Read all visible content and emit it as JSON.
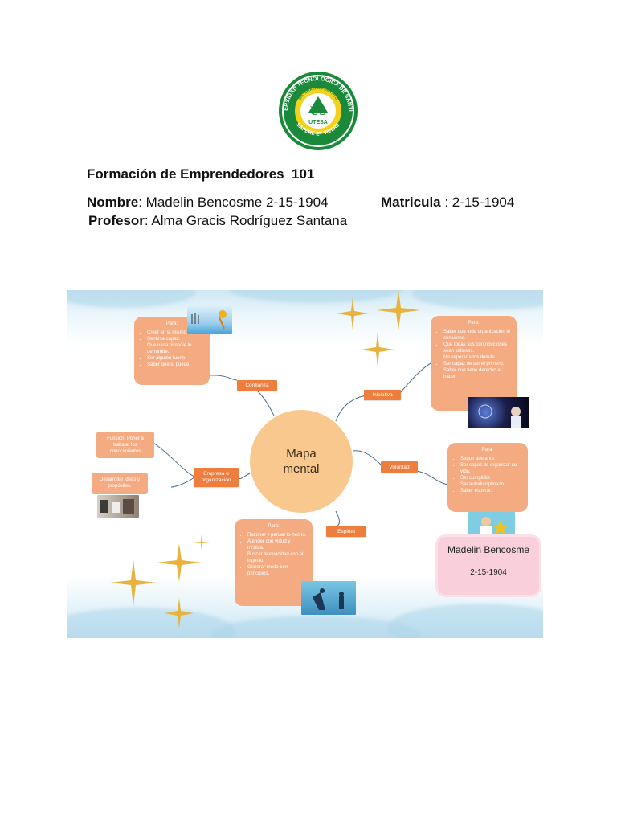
{
  "logo": {
    "arc_top": "UNIVERSIDAD TECNOLÓGICA DE SANTIAGO",
    "arc_inner": "SISTEMA CORPORATIVO",
    "monogram": "US",
    "name": "UTESA",
    "motto": "SAPERE ET VIVERE"
  },
  "header": {
    "course": "Formación de Emprendedores  101",
    "nombre_label": "Nombre",
    "nombre_value": ": Madelin Bencosme 2-15-1904",
    "matricula_label": "Matricula",
    "matricula_value": " : 2-15-1904",
    "profesor_label": "Profesor",
    "profesor_value": ": Alma Gracis Rodríguez Santana"
  },
  "map": {
    "center": [
      "Mapa",
      "mental"
    ],
    "tags": {
      "confianza": "Confianza",
      "iniciativa": "Iniciativa",
      "voluntad": "Voluntad",
      "empresa": "Empresa u organización",
      "espiritu": "Espiritu"
    },
    "confianza_box": {
      "heading": "Para:",
      "items": [
        "Creer en sí mismo.",
        "Sentirse capaz.",
        "Que nada ni nadie lo derrumbe.",
        "Ser alguien fuerte.",
        "Saber que sí puede."
      ]
    },
    "iniciativa_box": {
      "heading": "Para:",
      "items": [
        "Saber que toda organización le concierne.",
        "Que todas sus contribuciones sean valiosas.",
        "No esperar a los demás.",
        "Ser capaz de ser el primero.",
        "Saber que tiene derecho a hacer."
      ]
    },
    "voluntad_box": {
      "heading": "Para:",
      "items": [
        "Seguir adelante.",
        "Ser capaz de organizar su vida.",
        "Ser cumplidor.",
        "Ser autodisciplinado.",
        "Saber esperar."
      ]
    },
    "espiritu_box": {
      "heading": "Para:",
      "items": [
        "Razonar y pensar lo hecho.",
        "Atender con virtud y mística.",
        "Buscar la vivacidad con el ingenio.",
        "Generar modo con principios."
      ]
    },
    "empresa_items": [
      "Función: Poner a trabajar los conocimientos",
      "Desarrollar ideas y propósitos."
    ],
    "namecard": {
      "name": "Madelin Bencosme",
      "number": "2-15-1904"
    }
  },
  "colors": {
    "logo_green": "#1a8a3a",
    "logo_yellow": "#f2d21b",
    "tag_orange": "#ee7d3e",
    "box_salmon": "#f4ab82",
    "center_peach": "#f8c88f",
    "card_pink": "#f9cfdb",
    "star_gold": "#e8b33c"
  }
}
